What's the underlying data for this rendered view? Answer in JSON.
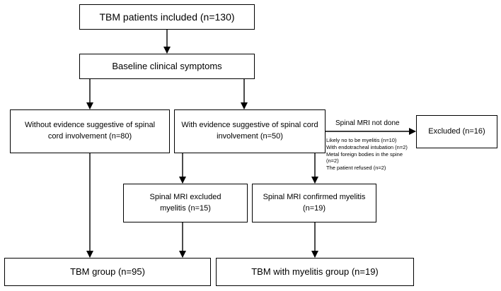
{
  "boxes": {
    "included": "TBM patients included (n=130)",
    "baseline": "Baseline clinical symptoms",
    "without_line1": "Without evidence suggestive of spinal",
    "without_line2": "cord involvement (n=80)",
    "with_line1": "With evidence suggestive of spinal cord",
    "with_line2": "involvement  (n=50)",
    "excluded": "Excluded (n=16)",
    "mri_excluded_line1": "Spinal MRI excluded",
    "mri_excluded_line2": "myelitis   (n=15)",
    "mri_confirmed_line1": "Spinal MRI confirmed myelitis",
    "mri_confirmed_line2": "(n=19)",
    "tbm_group": "TBM group (n=95)",
    "tbm_myelitis_group": "TBM with myelitis group (n=19)"
  },
  "side_label": "Spinal MRI not done",
  "exclusion_reasons": [
    "Likely no to be myelitis (n=10)",
    "With endotracheal intubation (n=2)",
    "Metal foreign bodies in the spine",
    "(n=2)",
    "The patient refused (n=2)"
  ]
}
